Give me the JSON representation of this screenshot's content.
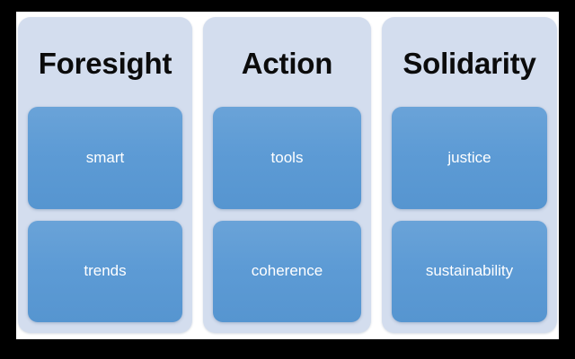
{
  "diagram": {
    "type": "three-pillar-diagram",
    "canvas_background": "#ffffff",
    "frame_color": "#000000",
    "panel_color": "#d3ddee",
    "card_color": "#5d9bd5",
    "title_color": "#0b0b0b",
    "card_text_color": "#ffffff",
    "columns": [
      {
        "id": "foresight",
        "title": "Foresight",
        "cards": [
          {
            "label": "smart"
          },
          {
            "label": "trends"
          }
        ]
      },
      {
        "id": "action",
        "title": "Action",
        "cards": [
          {
            "label": "tools"
          },
          {
            "label": "coherence"
          }
        ]
      },
      {
        "id": "solidarity",
        "title": "Solidarity",
        "cards": [
          {
            "label": "justice"
          },
          {
            "label": "sustainability"
          }
        ]
      }
    ]
  }
}
